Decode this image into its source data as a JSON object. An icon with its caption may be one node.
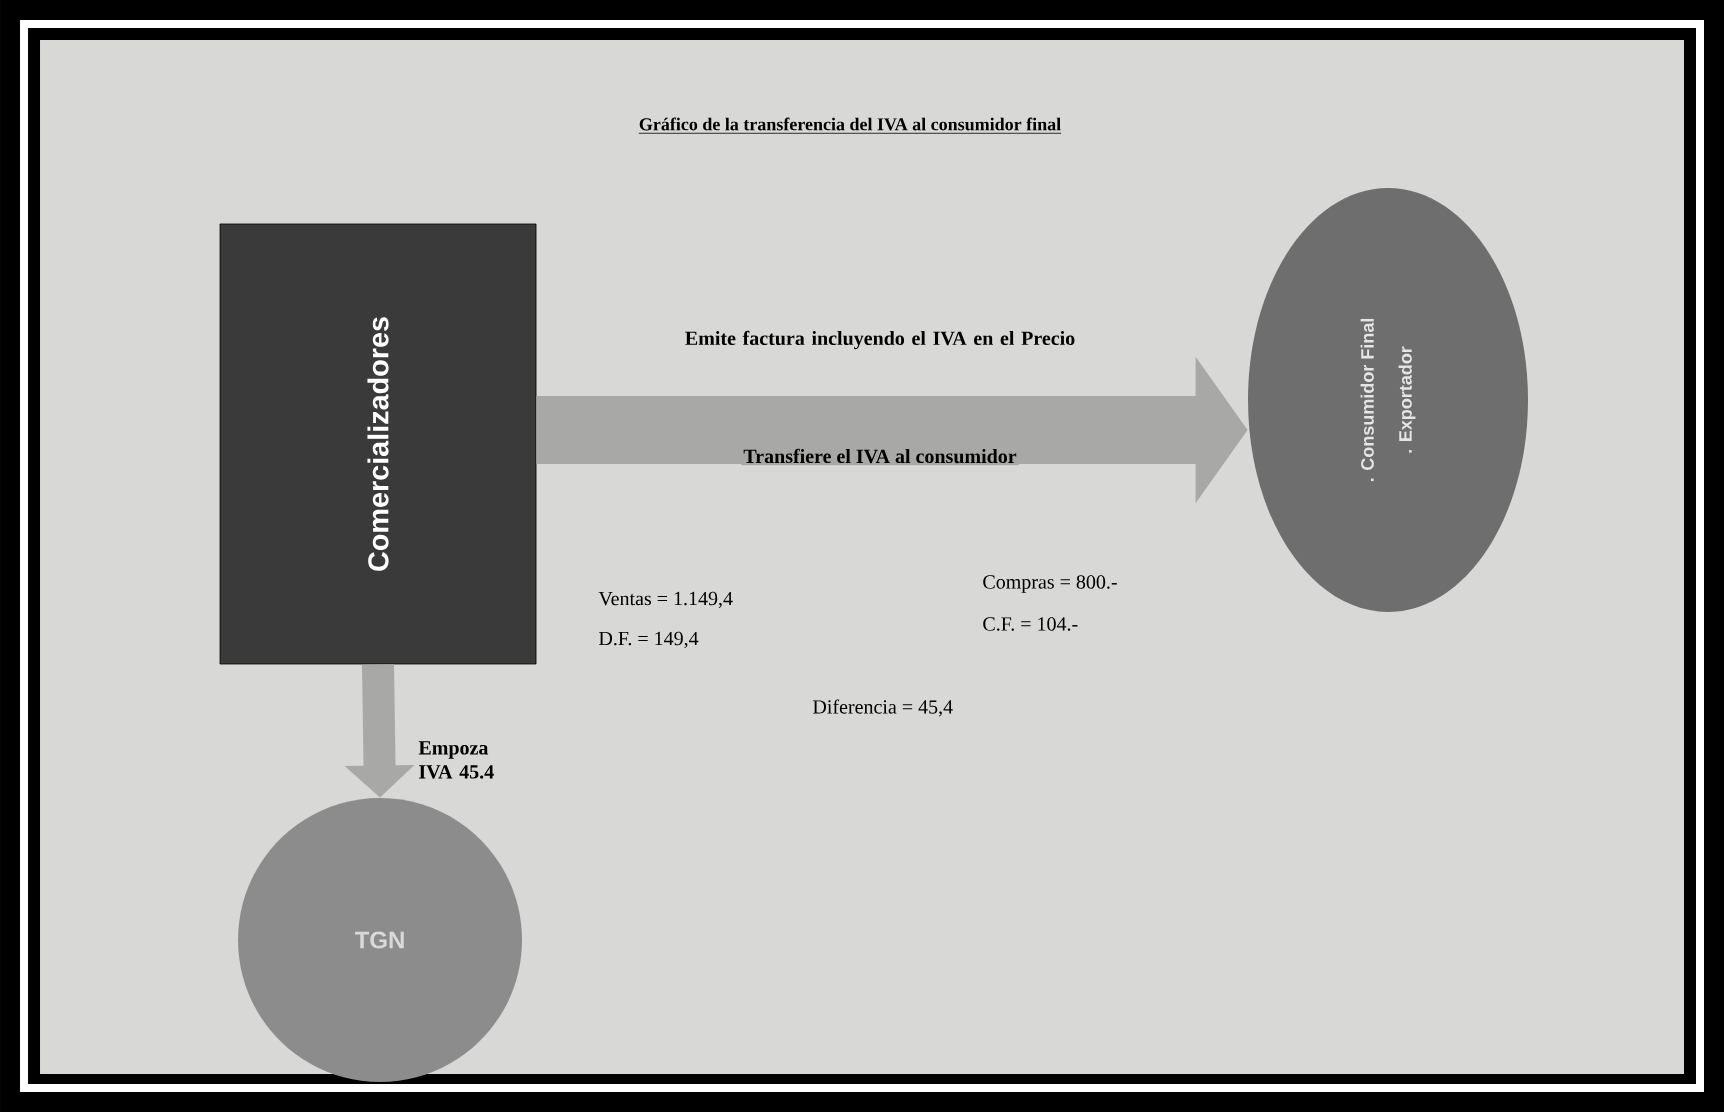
{
  "diagram": {
    "title": "Gráfico de la transferencia del IVA al consumidor final",
    "nodes": [
      {
        "text": [
          "Comercializadores"
        ]
      },
      {
        "text": [
          ". Consumidor Final",
          ". Exportador"
        ]
      },
      {
        "text": [
          "TGN"
        ]
      }
    ],
    "edges": [
      {
        "from": 0,
        "to": 1,
        "arrow": "to",
        "style": "thick",
        "label": "Transfiere el IVA al consumidor"
      },
      {
        "from": 0,
        "to": 2,
        "arrow": "to",
        "label": "Empoza IVA 45.4"
      }
    ],
    "labels": [
      "Emite factura incluyendo el IVA en el Precio",
      "Ventas = 1.149,4",
      "Compras = 800.-",
      "D.F. = 149,4",
      "C.F. = 104.-",
      "Diferencia = 45,4"
    ]
  }
}
